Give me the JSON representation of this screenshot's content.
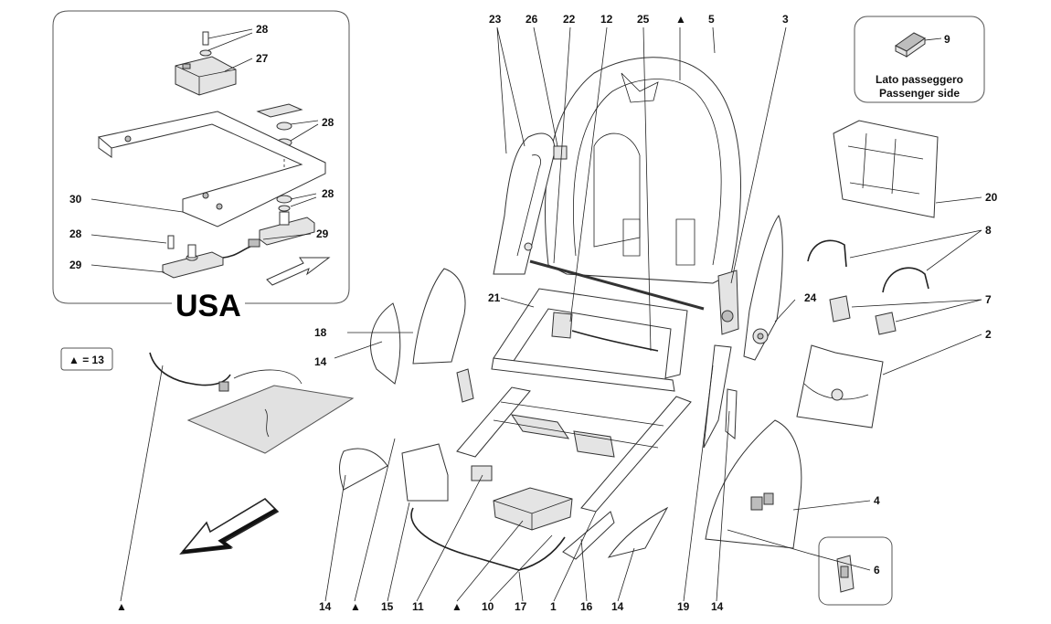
{
  "diagram": {
    "region_label": "USA",
    "note_box": "▲ = 13",
    "passenger_caption": [
      "Lato passeggero",
      "Passenger side"
    ],
    "callouts": {
      "c23": "23",
      "c26": "26",
      "c22": "22",
      "c12": "12",
      "c25": "25",
      "c_top": "▲",
      "c5": "5",
      "c3": "3",
      "c9": "9",
      "c20": "20",
      "c8": "8",
      "c7": "7",
      "c24": "24",
      "c2": "2",
      "c21": "21",
      "c18": "18",
      "c14a": "14",
      "c4": "4",
      "c6": "6",
      "u28a": "28",
      "u27": "27",
      "u28b": "28",
      "u28c": "28",
      "u30": "30",
      "u28d": "28",
      "u29a": "29",
      "u29b": "29",
      "b_tri1": "▲",
      "b14a": "14",
      "b_tri2": "▲",
      "b15": "15",
      "b11": "11",
      "b_tri3": "▲",
      "b10": "10",
      "b17": "17",
      "b1": "1",
      "b16": "16",
      "b14b": "14",
      "b19": "19",
      "b14c": "14"
    }
  }
}
